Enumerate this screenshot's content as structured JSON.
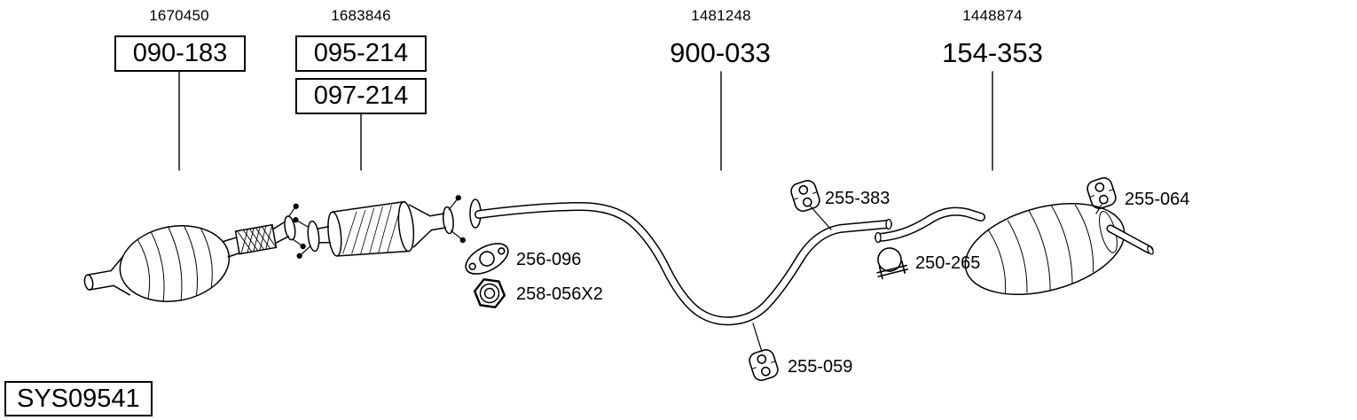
{
  "system": {
    "code": "SYS09541"
  },
  "groups": [
    {
      "ref": "1670450",
      "parts": [
        "090-183"
      ]
    },
    {
      "ref": "1683846",
      "parts": [
        "095-214",
        "097-214"
      ]
    },
    {
      "ref": "1481248",
      "parts": [
        "900-033"
      ]
    },
    {
      "ref": "1448874",
      "parts": [
        "154-353"
      ]
    }
  ],
  "callouts": [
    {
      "part": "256-096",
      "component": "flange-gasket-icon"
    },
    {
      "part": "258-056X2",
      "component": "hex-nut-icon"
    },
    {
      "part": "255-383",
      "component": "rubber-hanger-icon"
    },
    {
      "part": "250-265",
      "component": "pipe-clamp-icon"
    },
    {
      "part": "255-059",
      "component": "rubber-hanger-icon"
    },
    {
      "part": "255-064",
      "component": "rubber-hanger-icon"
    }
  ],
  "colors": {
    "line": "#000000",
    "background": "#ffffff"
  }
}
